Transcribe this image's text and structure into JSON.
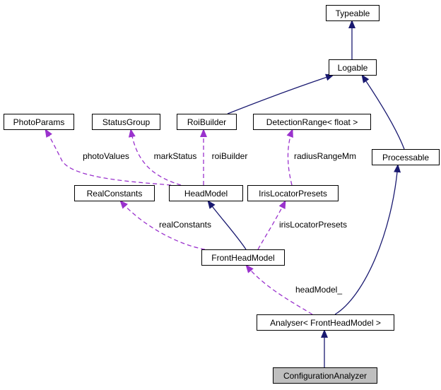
{
  "diagram": {
    "colors": {
      "inheritance": "#191970",
      "usage": "#9a32cd",
      "current_node_fill": "#bfbfbf"
    },
    "nodes": [
      {
        "id": "typeable",
        "label": "Typeable"
      },
      {
        "id": "logable",
        "label": "Logable"
      },
      {
        "id": "photoparams",
        "label": "PhotoParams"
      },
      {
        "id": "statusgroup",
        "label": "StatusGroup"
      },
      {
        "id": "roibuilder",
        "label": "RoiBuilder"
      },
      {
        "id": "detectionrange",
        "label": "DetectionRange< float >"
      },
      {
        "id": "processable",
        "label": "Processable"
      },
      {
        "id": "realconstants",
        "label": "RealConstants"
      },
      {
        "id": "headmodel",
        "label": "HeadModel"
      },
      {
        "id": "irislocatorpresets",
        "label": "IrisLocatorPresets"
      },
      {
        "id": "frontheadmodel",
        "label": "FrontHeadModel"
      },
      {
        "id": "analyser",
        "label": "Analyser< FrontHeadModel >"
      },
      {
        "id": "configurationanalyzer",
        "label": "ConfigurationAnalyzer",
        "current": true
      }
    ],
    "edges": [
      {
        "from": "logable",
        "to": "typeable",
        "kind": "inheritance"
      },
      {
        "from": "roibuilder",
        "to": "logable",
        "kind": "inheritance"
      },
      {
        "from": "processable",
        "to": "logable",
        "kind": "inheritance"
      },
      {
        "from": "headmodel",
        "to": "photoparams",
        "kind": "usage",
        "label": "photoValues"
      },
      {
        "from": "headmodel",
        "to": "statusgroup",
        "kind": "usage",
        "label": "markStatus"
      },
      {
        "from": "headmodel",
        "to": "roibuilder",
        "kind": "usage",
        "label": "roiBuilder"
      },
      {
        "from": "irislocatorpresets",
        "to": "detectionrange",
        "kind": "usage",
        "label": "radiusRangeMm"
      },
      {
        "from": "frontheadmodel",
        "to": "realconstants",
        "kind": "usage",
        "label": "realConstants"
      },
      {
        "from": "frontheadmodel",
        "to": "headmodel",
        "kind": "inheritance"
      },
      {
        "from": "frontheadmodel",
        "to": "irislocatorpresets",
        "kind": "usage",
        "label": "irisLocatorPresets"
      },
      {
        "from": "analyser",
        "to": "frontheadmodel",
        "kind": "usage",
        "label": "headModel_"
      },
      {
        "from": "analyser",
        "to": "processable",
        "kind": "inheritance"
      },
      {
        "from": "configurationanalyzer",
        "to": "analyser",
        "kind": "inheritance"
      }
    ]
  }
}
